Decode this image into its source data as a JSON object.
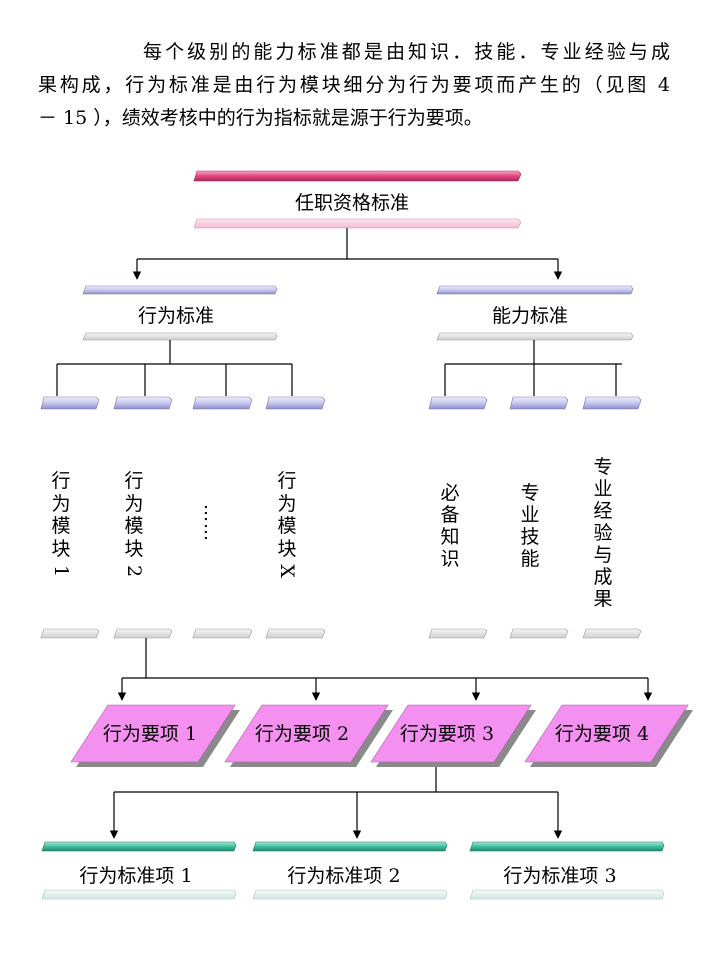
{
  "paragraph": {
    "line1": "每个级别的能力标准都是由知识．技能．专业经验与成",
    "line2": "果构成，行为标准是由行为模块细分为行为要项而产生的（见图 4",
    "line3": "－ 15 ），绩效考核中的行为指标就是源于行为要项。"
  },
  "diagram": {
    "root": "任职资格标准",
    "branch_left": "行为标准",
    "branch_right": "能力标准",
    "modules": [
      {
        "chars": [
          "行",
          "为",
          "模",
          "块",
          "1"
        ]
      },
      {
        "chars": [
          "行",
          "为",
          "模",
          "块",
          "2"
        ]
      },
      {
        "text": "……"
      },
      {
        "chars": [
          "行",
          "为",
          "模",
          "块",
          "X"
        ]
      },
      {
        "chars": [
          "必",
          "备",
          "知",
          "识"
        ]
      },
      {
        "chars": [
          "专",
          "业",
          "技",
          "能"
        ]
      },
      {
        "chars": [
          "专",
          "业",
          "经",
          "验",
          "与",
          "成",
          "果"
        ]
      }
    ],
    "key_items": [
      "行为要项 1",
      "行为要项 2",
      "行为要项 3",
      "行为要项 4"
    ],
    "standard_items": [
      "行为标准项 1",
      "行为标准项 2",
      "行为标准项 3"
    ]
  },
  "colors": {
    "header_bar": "#e4457f",
    "header_bar_light": "#fbd6e6",
    "branch_bar": "#c8c8f0",
    "branch_bar_light": "#e2e2e2",
    "module_bar": "#d6d6f6",
    "key_item_fill": "#f490f0",
    "key_item_shadow": "#8a8a8a",
    "standard_bar": "#3dbf9e",
    "standard_bar_light": "#dcebe9"
  }
}
